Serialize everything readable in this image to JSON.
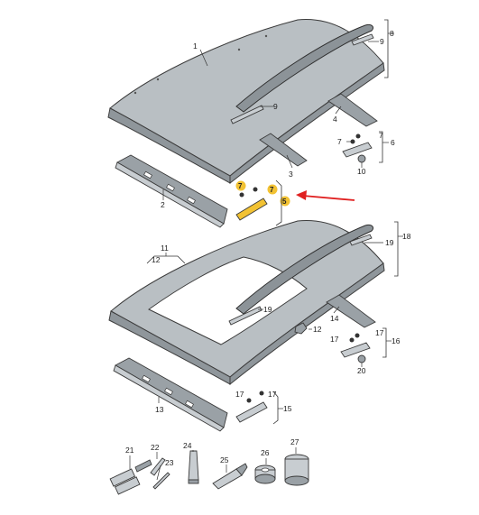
{
  "callouts": {
    "c1": "1",
    "c2": "2",
    "c3": "3",
    "c4": "4",
    "c5": "5",
    "c6": "6",
    "c7a": "7",
    "c7b": "7",
    "c7c": "7",
    "c7d": "7",
    "c8": "8",
    "c9a": "9",
    "c9b": "9",
    "c10": "10",
    "c11": "11",
    "c12a": "12",
    "c12b": "12",
    "c13": "13",
    "c14": "14",
    "c15": "15",
    "c16": "16",
    "c17a": "17",
    "c17b": "17",
    "c17c": "17",
    "c17d": "17",
    "c18": "18",
    "c19a": "19",
    "c19b": "19",
    "c20": "20",
    "c21": "21",
    "c22": "22",
    "c23": "23",
    "c24": "24",
    "c25": "25",
    "c26": "26",
    "c27": "27"
  },
  "highlight": {
    "color": "#f2c233",
    "arrow_color": "#e02020"
  }
}
